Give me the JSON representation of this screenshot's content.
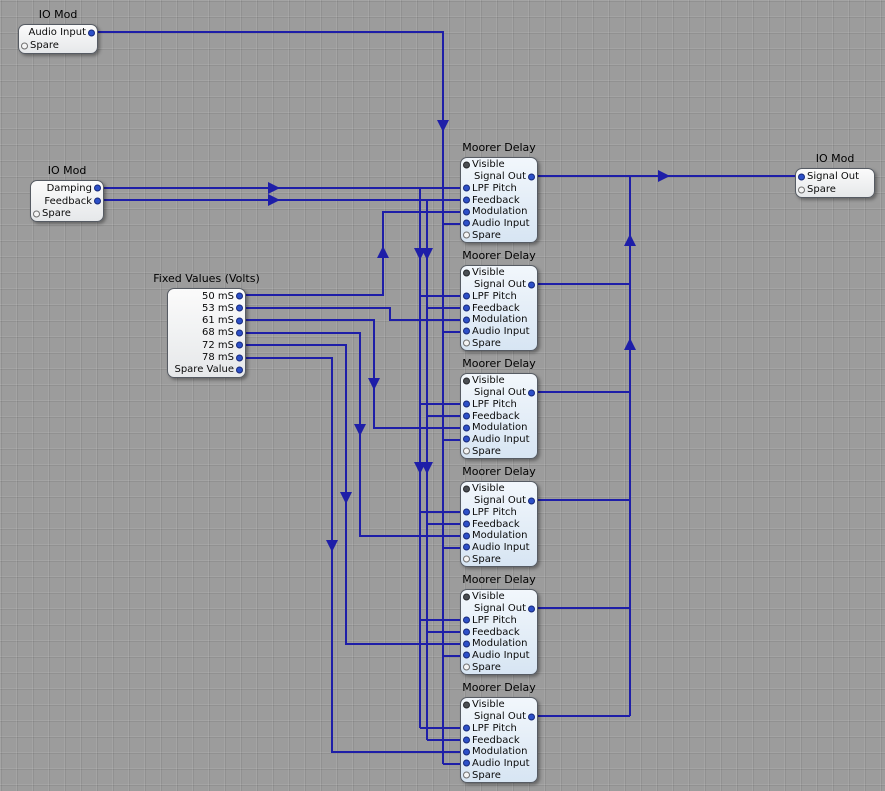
{
  "canvas": {
    "background_color": "#9c9c9c",
    "wire_color": "#1e1ea8",
    "port_color": "#2d50c8"
  },
  "nodes": {
    "io_mod_top": {
      "title": "IO Mod",
      "ports": {
        "audio_input": "Audio Input",
        "spare": "Spare"
      }
    },
    "io_mod_left": {
      "title": "IO Mod",
      "ports": {
        "damping": "Damping",
        "feedback": "Feedback",
        "spare": "Spare"
      }
    },
    "fixed_values": {
      "title": "Fixed Values (Volts)",
      "ports": {
        "v1": "50 mS",
        "v2": "53 mS",
        "v3": "61 mS",
        "v4": "68 mS",
        "v5": "72 mS",
        "v6": "78 mS",
        "spare": "Spare Value"
      }
    },
    "moorer_delay": {
      "title": "Moorer Delay",
      "count": 6,
      "ports": {
        "visible": "Visible",
        "signal_out": "Signal Out",
        "lpf_pitch": "LPF Pitch",
        "feedback": "Feedback",
        "modulation": "Modulation",
        "audio_input": "Audio Input",
        "spare": "Spare"
      }
    },
    "io_mod_right": {
      "title": "IO Mod",
      "ports": {
        "signal_out": "Signal Out",
        "spare": "Spare"
      }
    }
  }
}
